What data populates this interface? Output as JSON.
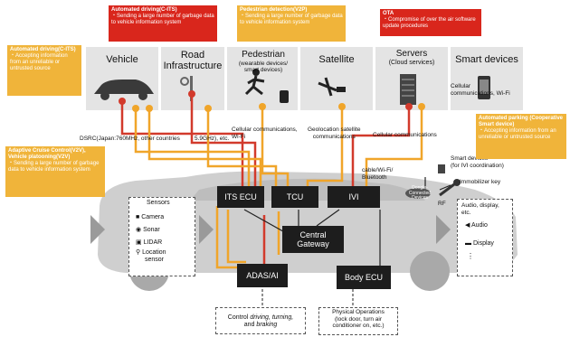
{
  "nodes": {
    "vehicle": "Vehicle",
    "road_line1": "Road",
    "road_line2": "Infrastructure",
    "pedestrian": "Pedestrian",
    "pedestrian_sub": "(wearable devices/ smart devices)",
    "satellite": "Satellite",
    "servers": "Servers",
    "servers_sub": "(Cloud services)",
    "smart_devices": "Smart devices"
  },
  "comms": {
    "dsrc": "DSRC(Japan:760MHz, other countries",
    "ghz": "5.9GHz), etc.",
    "cell_wifi_1": "Cellular communications,",
    "cell_wifi_2": "Wi-Fi",
    "geo_1": "Geolocation satellite",
    "geo_2": "communications",
    "cellular": "Cellular communications",
    "cell2_1": "Cellular",
    "cell2_2": "communications, Wi-Fi",
    "cable_1": "cable/Wi-Fi/",
    "cable_2": "Bluetooth",
    "smart_1": "Smart devices",
    "smart_2": "(for IVI coordination)",
    "dongle": "Dongle-Connected Devices",
    "immobilizer": "Immobilizer key",
    "rf": "RF"
  },
  "ecus": {
    "its": "ITS ECU",
    "tcu": "TCU",
    "ivi": "IVI",
    "gateway_1": "Central",
    "gateway_2": "Gateway",
    "adas": "ADAS/AI",
    "body": "Body ECU"
  },
  "sensors": {
    "title": "Sensors",
    "items": [
      "Camera",
      "Sonar",
      "LIDAR",
      "Location",
      "sensor"
    ]
  },
  "outputs": {
    "title_1": "Audio, display,",
    "title_2": "etc.",
    "items": [
      "Audio",
      "Display"
    ],
    "more": "⋮"
  },
  "bottom": {
    "control_1": "Control",
    "control_2": "driving, turning,",
    "control_3": "and",
    "control_4": "braking",
    "physical_1": "Physical Operations",
    "physical_2": "(lock door, turn air",
    "physical_3": "conditioner on, etc.)"
  },
  "callouts": [
    {
      "color": "#d9261c",
      "title": "Automated driving(C-ITS)",
      "body": "・Sending a large number of garbage data to vehicle information system"
    },
    {
      "color": "#f0b43a",
      "title": "Pedestrian detection(V2P)",
      "body": "・Sending a large number of garbage data to vehicle information system"
    },
    {
      "color": "#d9261c",
      "title": "OTA",
      "body": "・Compromise of over the air software update procedures"
    },
    {
      "color": "#f0b43a",
      "title": "Automated driving(C-ITS)",
      "body": "・Accepting information from an unreliable or untrusted source"
    },
    {
      "color": "#f0b43a",
      "title": "Adaptive Cruise Control(V2V), Vehicle platooning(V2V)",
      "body": "・Sending a large number of garbage data to vehicle information system"
    },
    {
      "color": "#f0b43a",
      "title": "Automated parking (Cooperative Smart device)",
      "body": "・Accepting information from an unreliable or untrusted source"
    }
  ]
}
